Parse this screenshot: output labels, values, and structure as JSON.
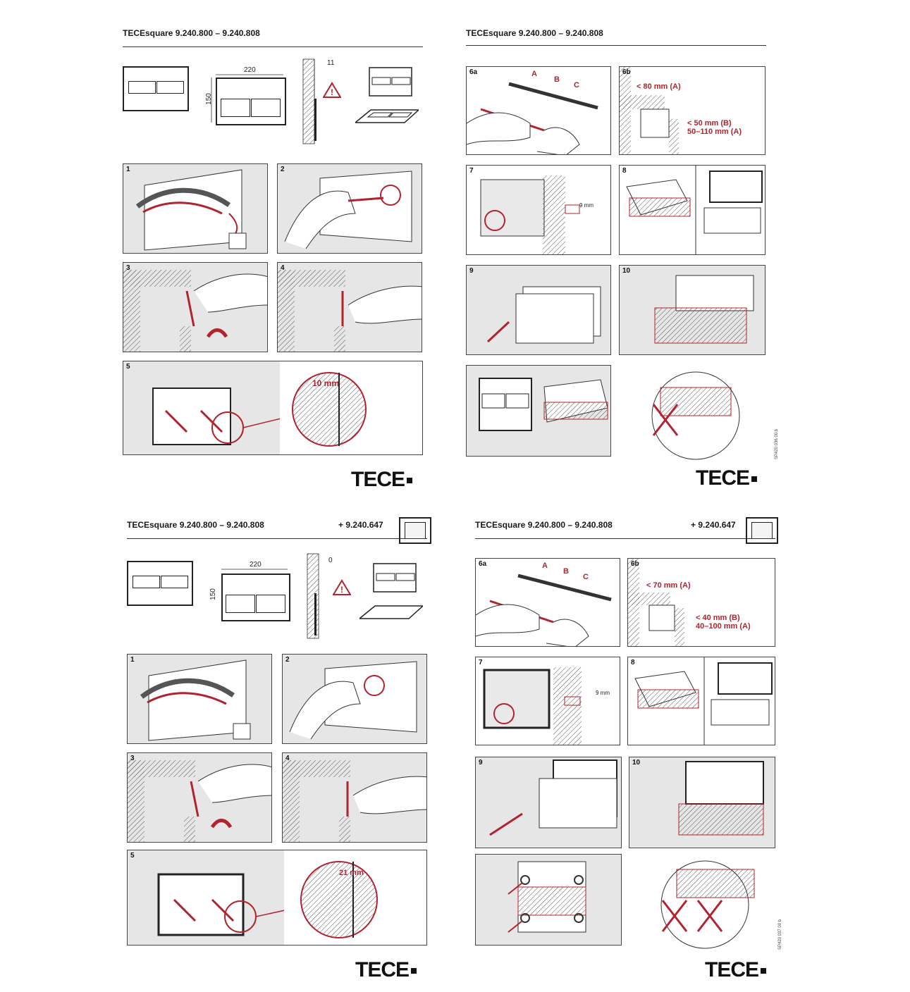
{
  "sheets": [
    {
      "header": "TECEsquare 9.240.800 – 9.240.808",
      "extra": "",
      "dims": {
        "width": "220",
        "height": "150",
        "offset": "11"
      },
      "panels": [
        "1",
        "2",
        "3",
        "4",
        "5"
      ],
      "callout": "10 mm",
      "logo": "TECE"
    },
    {
      "header": "TECEsquare 9.240.800 – 9.240.808",
      "extra": "",
      "panels": [
        "6a",
        "6b",
        "7",
        "8",
        "9",
        "10"
      ],
      "labels": {
        "a": "A",
        "b": "B",
        "c": "C",
        "l1": "< 80 mm (A)",
        "l2": "< 50 mm (B)",
        "l3": "50–110 mm (A)",
        "gap": "9 mm"
      },
      "code": "SP420 036 00 b",
      "logo": "TECE"
    },
    {
      "header": "TECEsquare 9.240.800 – 9.240.808",
      "extra": "+ 9.240.647",
      "dims": {
        "width": "220",
        "height": "150",
        "offset": "0"
      },
      "panels": [
        "1",
        "2",
        "3",
        "4",
        "5"
      ],
      "callout": "21 mm",
      "logo": "TECE"
    },
    {
      "header": "TECEsquare 9.240.800 – 9.240.808",
      "extra": "+ 9.240.647",
      "panels": [
        "6a",
        "6b",
        "7",
        "8",
        "9",
        "10"
      ],
      "labels": {
        "a": "A",
        "b": "B",
        "c": "C",
        "l1": "< 70 mm (A)",
        "l2": "< 40 mm (B)",
        "l3": "40–100 mm (A)",
        "gap": "9 mm"
      },
      "code": "SP420 037 00 b",
      "logo": "TECE"
    }
  ],
  "colors": {
    "accent_red": "#b1232f",
    "panel_gray": "#e6e6e6",
    "line": "#222222"
  },
  "icons": [
    "warning-icon",
    "install-frame-icon"
  ]
}
